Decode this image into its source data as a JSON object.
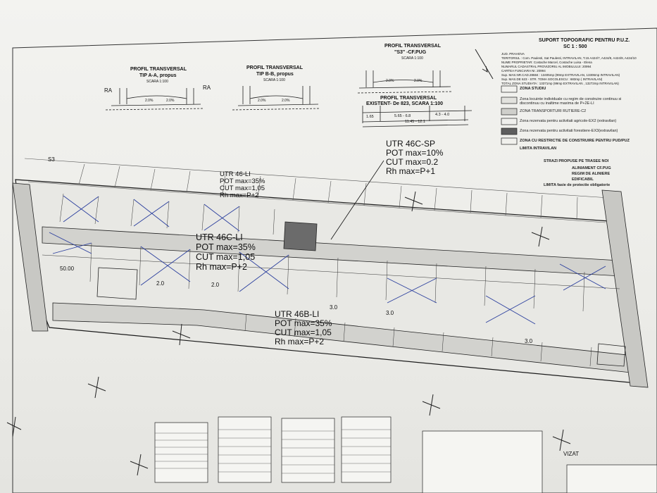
{
  "header": {
    "title": "SUPORT TOPOGRAFIC PENTRU P.U.Z.",
    "scale": "SC 1 : 500",
    "info_lines": [
      "JUD. PRAHOVA",
      "TERITORIUL : Com. Paulesti, Sat Paulesti, INTRAVILAN, T.15 A424/7, A424/8, A424/9, A424/10",
      "NUME PROPRIETAR: Costache Marcel, Costache Luisa - Elena",
      "NUMARUL CADASTRAL PROVIZORIU AL IMOBILULUI: 20994",
      "CARTEA FUNCIARA Nr. 20994"
    ],
    "sup_lines": [
      "Sup. MAS.NR.CAD.28684 : 13405mp (99mp EXTRAVILAN, 13306mp INTRAVILAN)",
      "Sup. MAS.DE 623 - STR. TOMA SOCOLESCU : 683mp ( INTRAVILAN)",
      "TOTAL ZONA STUDIATA : 13371mp (99mp EXTRAVILAN , 13272mp INTRAVILAN)"
    ]
  },
  "legend": [
    {
      "label": "ZONA STUDIU"
    },
    {
      "label": "Zona locuinte individuale cu regim de construire continuu si discontinuu cu inaltime maxima de P+2E-LI"
    },
    {
      "label": "ZONA TRANSPORTURI RUTIERE-C2"
    },
    {
      "label": "Zona rezervata pentru activitati agricole-EX2 (extravilan)"
    },
    {
      "label": "Zona rezervata pentru activitati forestiere-EX3(extravilan)"
    },
    {
      "label": "ZONA CU RESTRICTIE DE CONSTRUIRE PENTRU PUD/PUZ"
    },
    {
      "label": "LIMITA INTRAVILAN"
    },
    {
      "label": "STRAZI PROPUSE PE TRASEE NOI"
    },
    {
      "label": "ALINIAMENT CF.PUG"
    },
    {
      "label": "REGIM DE ALINIERE"
    },
    {
      "label": "EDIFICABIL"
    },
    {
      "label": "LIMITA fasie de protectie obligatorie"
    }
  ],
  "profiles": [
    {
      "title": "PROFIL TRANSVERSAL",
      "sub": "TIP A-A, propus",
      "scale": "SCARA 1:100"
    },
    {
      "title": "PROFIL TRANSVERSAL",
      "sub": "TIP B-B, propus",
      "scale": "SCARA 1:100"
    },
    {
      "title": "PROFIL TRANSVERSAL",
      "sub": "\"S3\" -CF.PUG",
      "scale": "SCARA 1:100"
    }
  ],
  "profile_existing": {
    "title": "PROFIL TRANSVERSAL",
    "sub": "EXISTENT- De 823, SCARA 1:100",
    "dims": [
      "1.65",
      "5.65 - 6.8",
      "4.3 - 4.0",
      "11.45 - 12.1"
    ]
  },
  "zones": [
    {
      "name": "UTR 46C-SP",
      "pot": "POT max=10%",
      "cut": "CUT max=0.2",
      "rh": "Rh max=P+1"
    },
    {
      "name": "UTR 46-LI",
      "pot": "POT max=35%",
      "cut": "CUT max=1,05",
      "rh": "Rh max=P+2"
    },
    {
      "name": "UTR 46C-LI",
      "pot": "POT max=35%",
      "cut": "CUT max=1,05",
      "rh": "Rh max=P+2"
    },
    {
      "name": "UTR 46B-LI",
      "pot": "POT max=35%",
      "cut": "CUT max=1,05",
      "rh": "Rh max=P+2"
    }
  ],
  "labels": {
    "ra": "RA",
    "s3": "S3",
    "dim_50": "50.00",
    "dim_2": "2.0",
    "dim_3": "3.0",
    "pct": "2.0%",
    "stamp": "VIZAT"
  },
  "colors": {
    "ink": "#1a1a1a",
    "paper": "#efefec",
    "blue": "#2b3f9e",
    "lot_fill": "#dcdcd8",
    "road": "#d2d2ce"
  }
}
